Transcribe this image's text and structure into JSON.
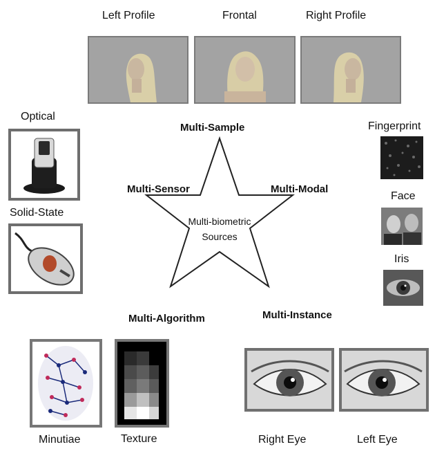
{
  "face_views": {
    "left_profile": "Left Profile",
    "frontal": "Frontal",
    "right_profile": "Right Profile"
  },
  "sensors": {
    "optical": "Optical",
    "solid_state": "Solid-State"
  },
  "modalities": {
    "fingerprint": "Fingerprint",
    "face": "Face",
    "iris": "Iris"
  },
  "star": {
    "center_line1": "Multi-biometric",
    "center_line2": "Sources",
    "multi_sample": "Multi-Sample",
    "multi_sensor": "Multi-Sensor",
    "multi_modal": "Multi-Modal",
    "multi_algorithm": "Multi-Algorithm",
    "multi_instance": "Multi-Instance"
  },
  "algorithms": {
    "minutiae": "Minutiae",
    "texture": "Texture"
  },
  "eyes": {
    "right_eye": "Right Eye",
    "left_eye": "Left Eye"
  },
  "colors": {
    "frame": "#6e6e6e",
    "photo_bg": "#9a9a9a",
    "text": "#111111"
  }
}
